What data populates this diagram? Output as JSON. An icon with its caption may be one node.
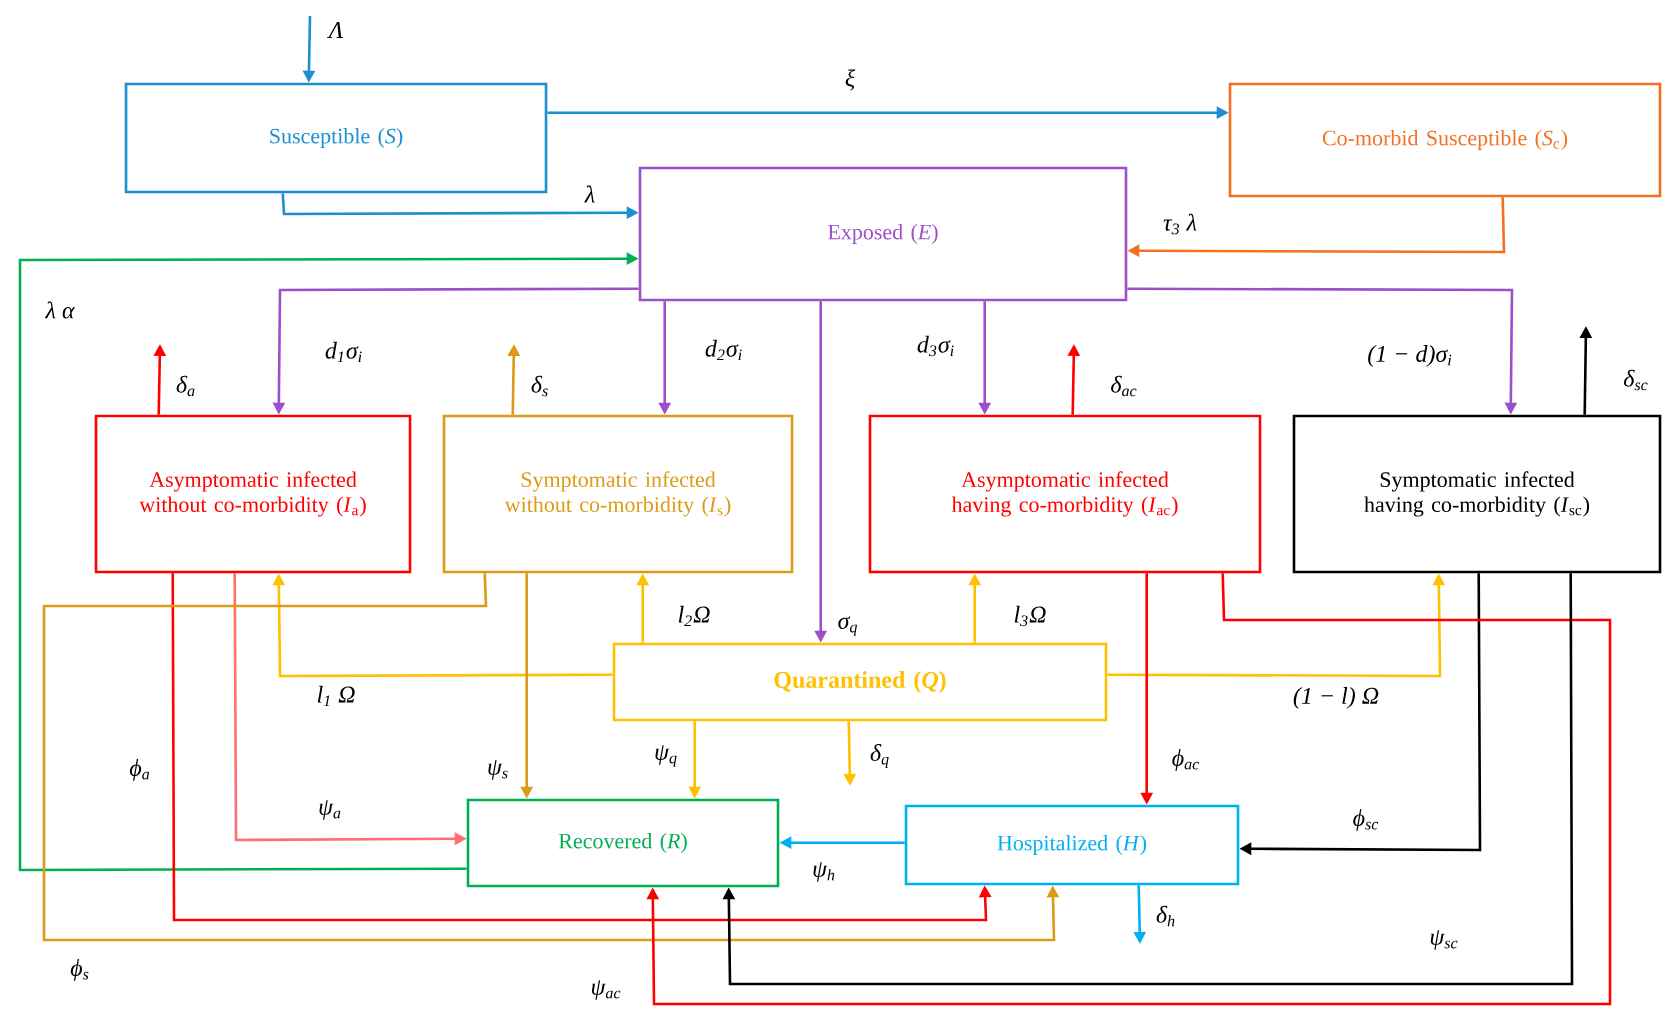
{
  "diagram": {
    "nodes": [
      {
        "text": [
          "Susceptible (*S*)"
        ]
      },
      {
        "text": [
          "Co-morbid Susceptible (*S*$_{c}$)"
        ]
      },
      {
        "text": [
          "Exposed (*E*)"
        ]
      },
      {
        "text": [
          "Asymptomatic infected without co-morbidity (*I*$_{a}$)"
        ]
      },
      {
        "text": [
          "Symptomatic infected without co-morbidity (*I*$_{s}$)"
        ]
      },
      {
        "text": [
          "Asymptomatic infected having co-morbidity (*I*$_{ac}$)"
        ]
      },
      {
        "text": [
          "Symptomatic infected having co-morbidity (*I*$_{sc}$)"
        ]
      },
      {
        "text": [
          "Quarantined (*Q*)"
        ]
      },
      {
        "text": [
          "Recovered (*R*)"
        ]
      },
      {
        "text": [
          "Hospitalized (*H*)"
        ]
      }
    ],
    "edges": [
      {
        "from": null,
        "to": 0,
        "arrow": "to",
        "label": "Λ",
        "color": "#1b8fd2"
      },
      {
        "from": 0,
        "to": 1,
        "arrow": "to",
        "label": "ξ",
        "color": "#1b8fd2"
      },
      {
        "from": 0,
        "to": 2,
        "arrow": "to",
        "label": "λ",
        "color": "#1b8fd2"
      },
      {
        "from": 1,
        "to": 2,
        "arrow": "to",
        "label": "τ$_{3}$ λ",
        "color": "#f37021"
      },
      {
        "from": 8,
        "to": 2,
        "arrow": "to",
        "label": "λ α",
        "color": "#00b050"
      },
      {
        "from": 2,
        "to": 3,
        "arrow": "to",
        "label": "d$_{1}$σ$_{i}$",
        "color": "#9b4fc9"
      },
      {
        "from": 2,
        "to": 4,
        "arrow": "to",
        "label": "d$_{2}$σ$_{i}$",
        "color": "#9b4fc9"
      },
      {
        "from": 2,
        "to": 5,
        "arrow": "to",
        "label": "d$_{3}$σ$_{i}$",
        "color": "#9b4fc9"
      },
      {
        "from": 2,
        "to": 6,
        "arrow": "to",
        "label": "(1 − d)σ$_{i}$",
        "color": "#9b4fc9"
      },
      {
        "from": 2,
        "to": 7,
        "arrow": "to",
        "label": "σ$_{q}$",
        "color": "#9b4fc9"
      },
      {
        "from": 3,
        "to": null,
        "arrow": "to",
        "label": "δ$_{a}$",
        "color": "#ff0000"
      },
      {
        "from": 4,
        "to": null,
        "arrow": "to",
        "label": "δ$_{s}$",
        "color": "#dd9a16"
      },
      {
        "from": 5,
        "to": null,
        "arrow": "to",
        "label": "δ$_{ac}$",
        "color": "#ff0000"
      },
      {
        "from": 6,
        "to": null,
        "arrow": "to",
        "label": "δ$_{sc}$",
        "color": "#000000"
      },
      {
        "from": 7,
        "to": 3,
        "arrow": "to",
        "label": "l$_{1}$ Ω",
        "color": "#ffc000"
      },
      {
        "from": 7,
        "to": 4,
        "arrow": "to",
        "label": "l$_{2}$Ω",
        "color": "#ffc000"
      },
      {
        "from": 7,
        "to": 5,
        "arrow": "to",
        "label": "l$_{3}$Ω",
        "color": "#ffc000"
      },
      {
        "from": 7,
        "to": 6,
        "arrow": "to",
        "label": "(1 − l) Ω",
        "color": "#ffc000"
      },
      {
        "from": 7,
        "to": 8,
        "arrow": "to",
        "label": "ψ$_{q}$",
        "color": "#ffc000"
      },
      {
        "from": 7,
        "to": null,
        "arrow": "to",
        "label": "δ$_{q}$",
        "color": "#ffc000"
      },
      {
        "from": 3,
        "to": 8,
        "arrow": "to",
        "label": "ψ$_{a}$",
        "color": "#ff6f6f"
      },
      {
        "from": 4,
        "to": 8,
        "arrow": "to",
        "label": "ψ$_{s}$",
        "color": "#dd9a16"
      },
      {
        "from": 9,
        "to": 8,
        "arrow": "to",
        "label": "ψ$_{h}$",
        "color": "#00b0f0"
      },
      {
        "from": 5,
        "to": 9,
        "arrow": "to",
        "label": "ϕ$_{ac}$",
        "color": "#ff0000"
      },
      {
        "from": 6,
        "to": 9,
        "arrow": "to",
        "label": "ϕ$_{sc}$",
        "color": "#000000"
      },
      {
        "from": 3,
        "to": 9,
        "arrow": "to",
        "label": "ϕ$_{a}$",
        "color": "#ff0000"
      },
      {
        "from": 4,
        "to": 9,
        "arrow": "to",
        "label": "ϕ$_{s}$",
        "color": "#dd9a16"
      },
      {
        "from": 5,
        "to": 8,
        "arrow": "to",
        "label": "ψ$_{ac}$",
        "color": "#ff0000"
      },
      {
        "from": 6,
        "to": 8,
        "arrow": "to",
        "label": "ψ$_{sc}$",
        "color": "#000000"
      },
      {
        "from": 9,
        "to": null,
        "arrow": "to",
        "label": "δ$_{h}$",
        "color": "#00b0f0"
      }
    ]
  }
}
